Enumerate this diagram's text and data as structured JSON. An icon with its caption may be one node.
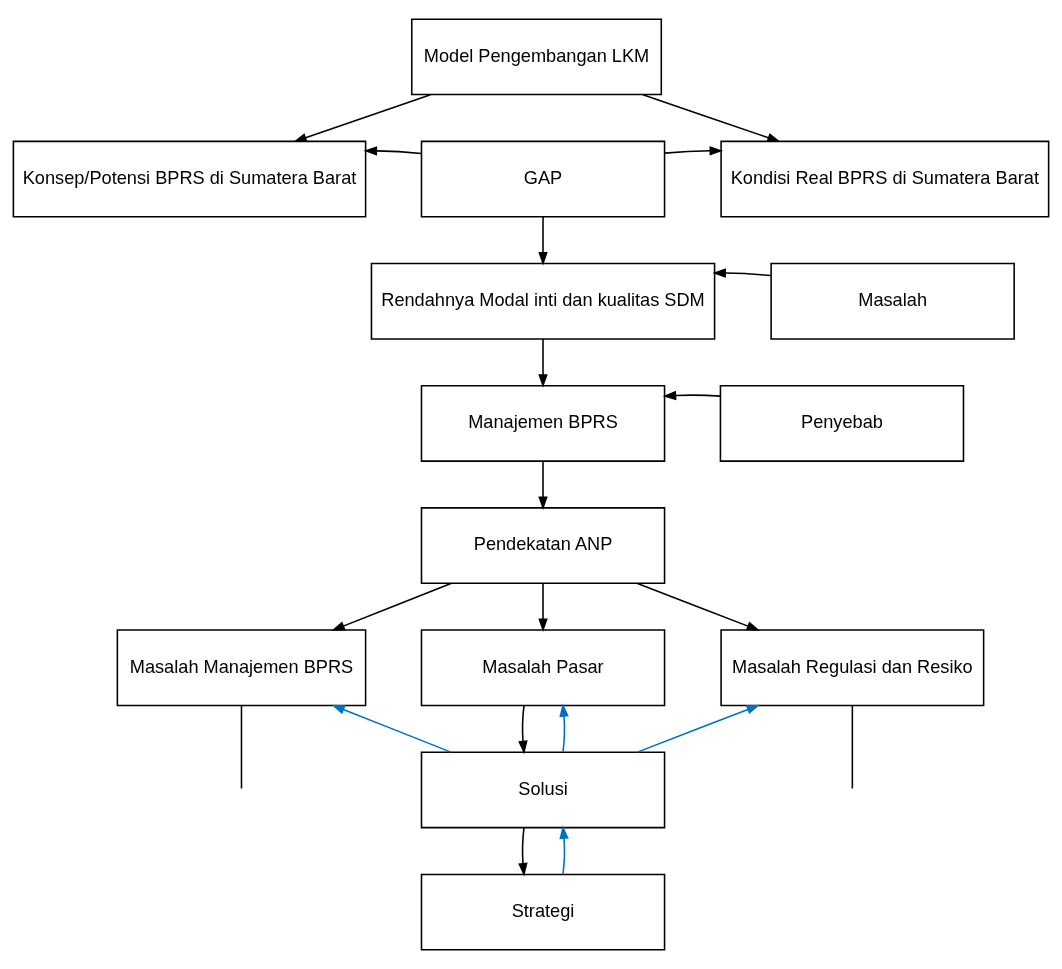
{
  "diagram": {
    "nodes": [
      {
        "text": [
          "Model Pengembangan LKM"
        ]
      },
      {
        "text": [
          "Konsep/Potensi BPRS di Sumatera Barat"
        ]
      },
      {
        "text": [
          "GAP"
        ]
      },
      {
        "text": [
          "Kondisi Real BPRS di Sumatera Barat"
        ]
      },
      {
        "text": [
          "Rendahnya Modal inti dan kualitas SDM"
        ]
      },
      {
        "text": [
          "Masalah"
        ]
      },
      {
        "text": [
          "Manajemen BPRS"
        ]
      },
      {
        "text": [
          "Penyebab"
        ]
      },
      {
        "text": [
          "Pendekatan ANP"
        ]
      },
      {
        "text": [
          "Masalah Manajemen BPRS"
        ]
      },
      {
        "text": [
          "Masalah Pasar"
        ]
      },
      {
        "text": [
          "Masalah Regulasi dan Resiko"
        ]
      },
      {
        "text": [
          "Solusi"
        ]
      },
      {
        "text": [
          "Strategi"
        ]
      }
    ],
    "edges": [
      {
        "from": 0,
        "to": 1,
        "arrow": "to"
      },
      {
        "from": 0,
        "to": 3,
        "arrow": "to"
      },
      {
        "from": 2,
        "to": 1,
        "arrow": "to"
      },
      {
        "from": 2,
        "to": 3,
        "arrow": "to"
      },
      {
        "from": 2,
        "to": 4,
        "arrow": "to"
      },
      {
        "from": 5,
        "to": 4,
        "arrow": "to"
      },
      {
        "from": 4,
        "to": 6,
        "arrow": "to"
      },
      {
        "from": 7,
        "to": 6,
        "arrow": "to"
      },
      {
        "from": 6,
        "to": 8,
        "arrow": "to"
      },
      {
        "from": 8,
        "to": 9,
        "arrow": "to"
      },
      {
        "from": 8,
        "to": 10,
        "arrow": "to"
      },
      {
        "from": 8,
        "to": 11,
        "arrow": "to"
      },
      {
        "from": 10,
        "to": 12,
        "arrow": "to"
      },
      {
        "from": 12,
        "to": 10,
        "arrow": "to",
        "color": "#0070c0"
      },
      {
        "from": 12,
        "to": 9,
        "arrow": "to",
        "color": "#0070c0"
      },
      {
        "from": 12,
        "to": 11,
        "arrow": "to",
        "color": "#0070c0"
      },
      {
        "from": 12,
        "to": 13,
        "arrow": "to"
      },
      {
        "from": 13,
        "to": 12,
        "arrow": "to",
        "color": "#0070c0"
      },
      {
        "from": 9,
        "to": null,
        "arrow": "none"
      },
      {
        "from": 11,
        "to": null,
        "arrow": "none"
      }
    ]
  }
}
